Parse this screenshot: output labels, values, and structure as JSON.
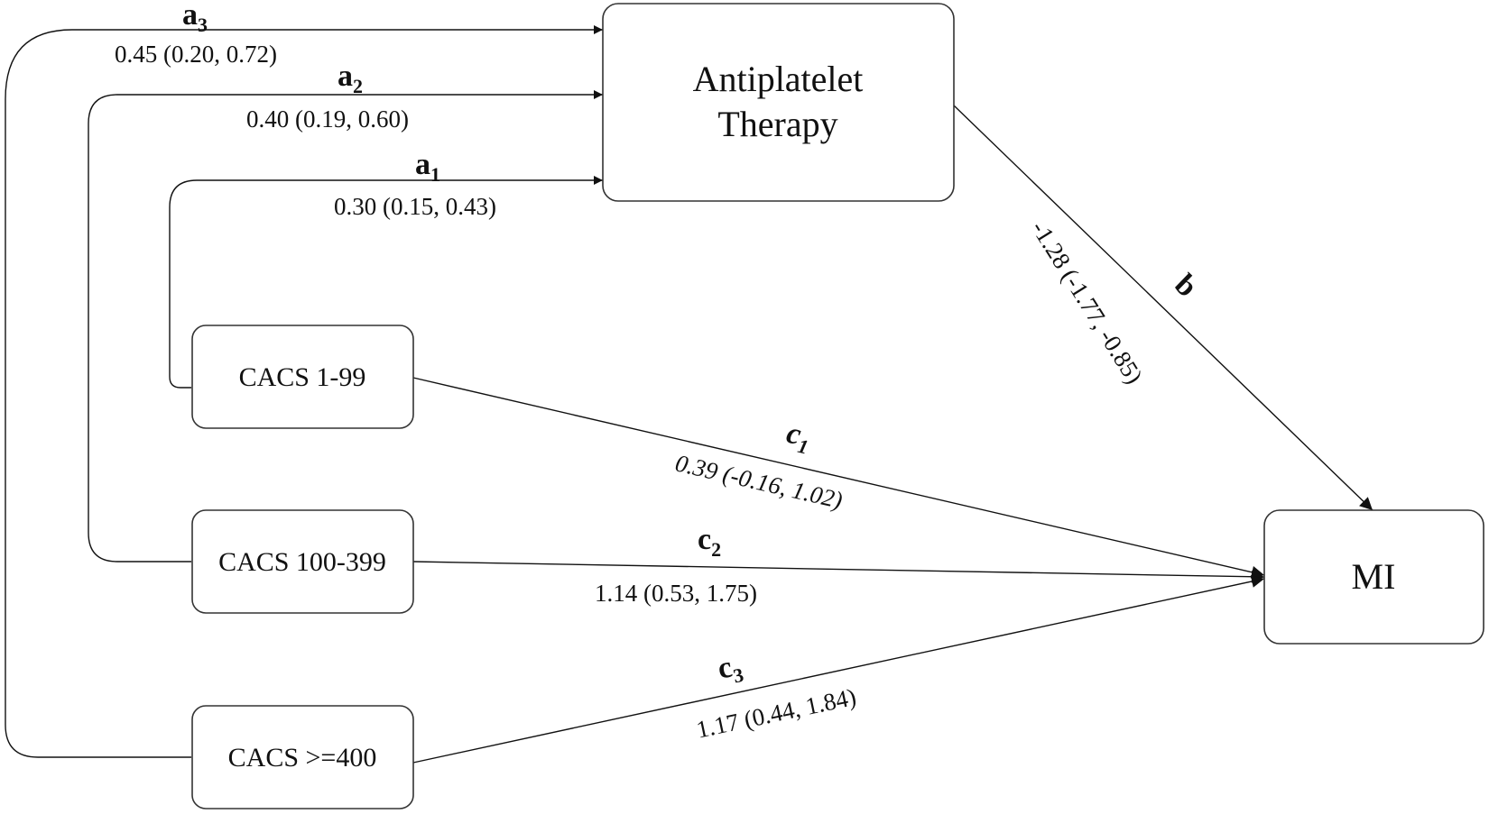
{
  "nodes": {
    "antiplatelet": {
      "label_line1": "Antiplatelet",
      "label_line2": "Therapy"
    },
    "mi": {
      "label": "MI"
    },
    "cacs_1_99": {
      "label": "CACS 1-99"
    },
    "cacs_100_399": {
      "label": "CACS 100-399"
    },
    "cacs_400": {
      "label": "CACS >=400"
    }
  },
  "paths": {
    "a1": {
      "name": "a",
      "sub": "1",
      "value": "0.30 (0.15, 0.43)"
    },
    "a2": {
      "name": "a",
      "sub": "2",
      "value": "0.40 (0.19, 0.60)"
    },
    "a3": {
      "name": "a",
      "sub": "3",
      "value": "0.45 (0.20, 0.72)"
    },
    "b": {
      "name": "b",
      "value": "-1.28 (-1.77, -0.85)"
    },
    "c1": {
      "name": "c",
      "sub": "1",
      "value": "0.39 (-0.16, 1.02)"
    },
    "c2": {
      "name": "c",
      "sub": "2",
      "value": "1.14 (0.53, 1.75)"
    },
    "c3": {
      "name": "c",
      "sub": "3",
      "value": "1.17 (0.44, 1.84)"
    }
  },
  "colors": {
    "line": "#111111",
    "box_border": "#333333",
    "background": "#ffffff"
  }
}
